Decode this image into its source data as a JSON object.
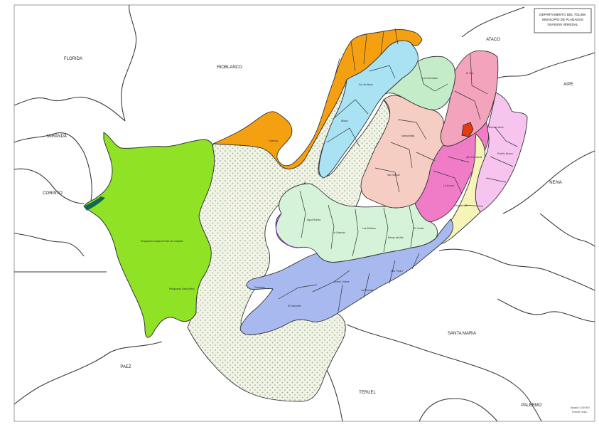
{
  "map": {
    "title_lines": [
      "DEPARTAMENTO DEL TOLIMA",
      "MUNICIPIO DE PLANADAS",
      "DIVISION VEREDAL"
    ],
    "neighbors": [
      "FLORIDA",
      "RIOBLANCO",
      "ATACO",
      "AIPE",
      "MIRANDA",
      "CORINTO",
      "NEIVA",
      "PAEZ",
      "SANTA MARIA",
      "TERUEL",
      "PALERMO"
    ],
    "zones": [
      {
        "name": "north-orange",
        "color": "#f5a010"
      },
      {
        "name": "north-blue",
        "color": "#a8e2f3"
      },
      {
        "name": "north-green",
        "color": "#c5ecc8"
      },
      {
        "name": "east-pink",
        "color": "#f3a3bb"
      },
      {
        "name": "center-salmon",
        "color": "#f6cdc3"
      },
      {
        "name": "east-magenta",
        "color": "#f07cc8"
      },
      {
        "name": "east-lilac",
        "color": "#f6c4ee"
      },
      {
        "name": "east-yellow",
        "color": "#f7f4b9"
      },
      {
        "name": "central-mint",
        "color": "#d5f3d8"
      },
      {
        "name": "south-blue",
        "color": "#a7b9ee"
      },
      {
        "name": "west-green",
        "color": "#94e627"
      },
      {
        "name": "reserve-dotted",
        "color": "#f1f3e7"
      },
      {
        "name": "urban-red",
        "color": "#e23c10"
      }
    ],
    "vereda_labels": [
      "Gaitania",
      "Bilbao",
      "Sur de Ataco",
      "La Esmeralda",
      "El Oso",
      "Marquetalia",
      "San Miguel",
      "La Aurora",
      "Pueblo Nuevo",
      "Resguardo Indigena Paez de Gaitania",
      "Resguardo Nasa Wesx",
      "Planadas",
      "El Diamante",
      "Puerto Tolima",
      "La Floresta",
      "San Pedro",
      "Agua Bonita",
      "La Libertad",
      "Las Delicias",
      "Brisas del Atá",
      "El Jordan",
      "Monserrate",
      "Buenos Aires",
      "Alto Palmichal"
    ],
    "footer_lines": [
      "Escala 1:100.000",
      "Fuente: IGAC"
    ]
  }
}
